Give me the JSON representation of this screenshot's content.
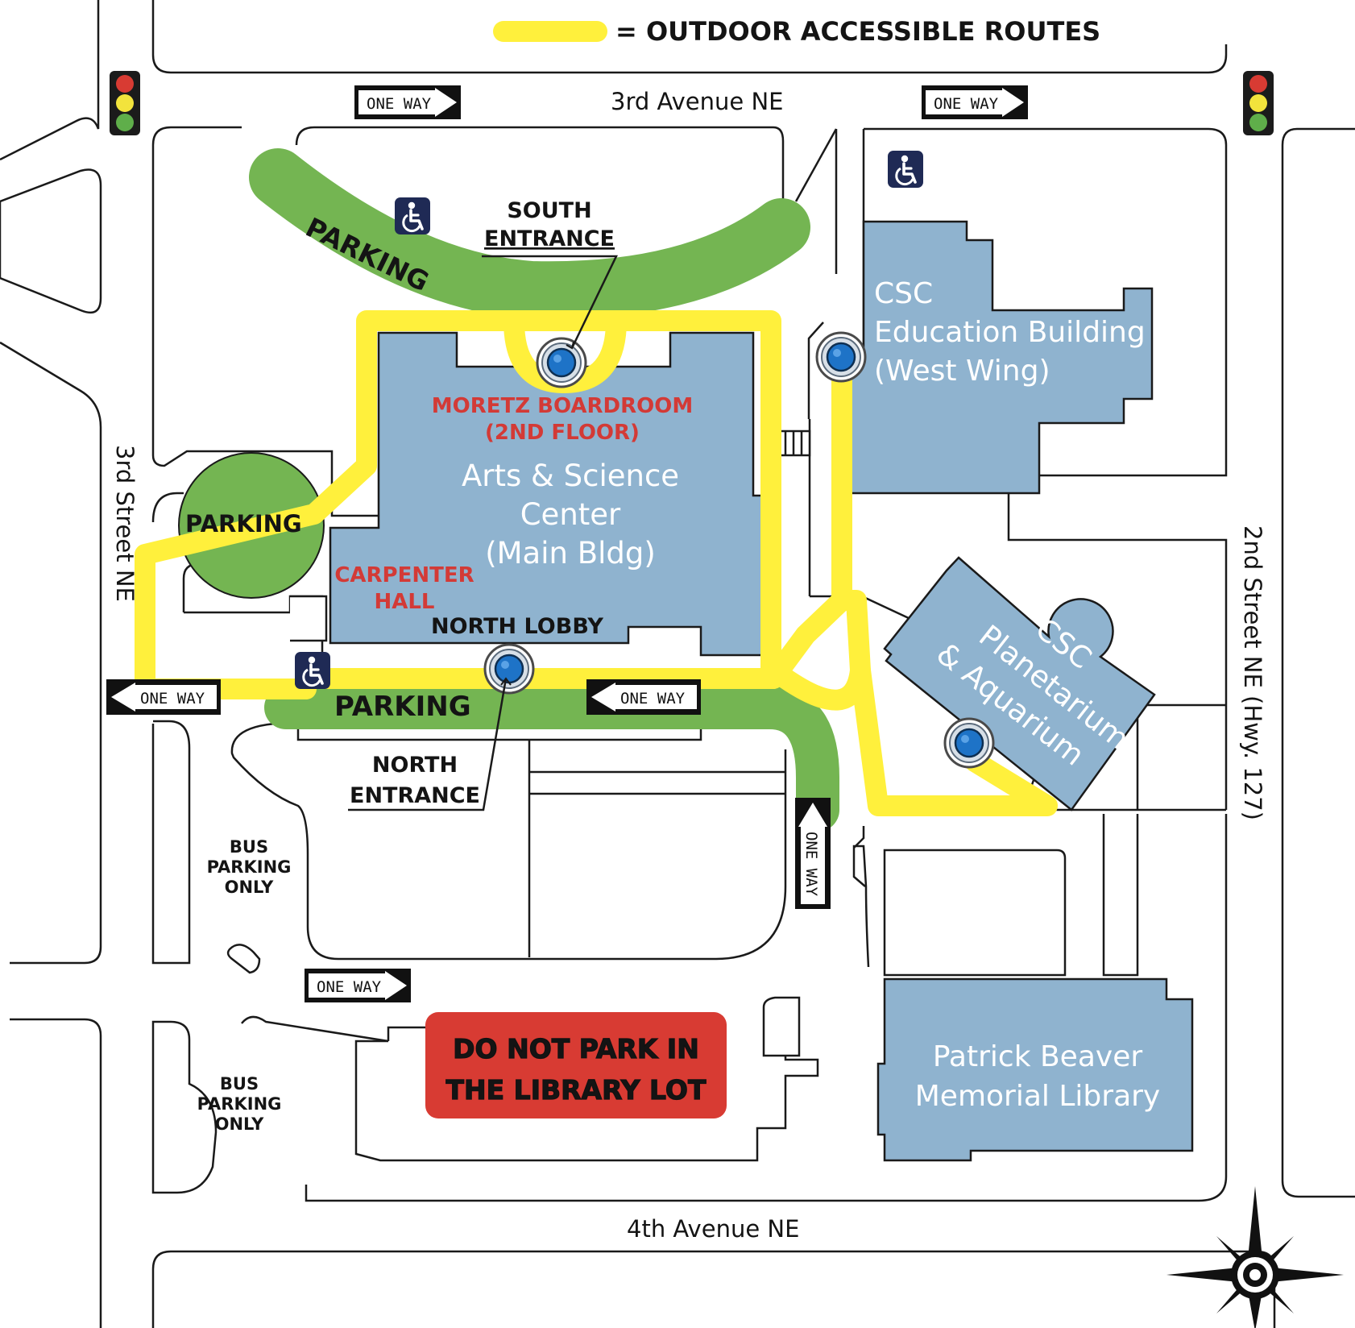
{
  "legend": {
    "text": "= OUTDOOR ACCESSIBLE ROUTES",
    "route_color": "#fff03c"
  },
  "streets": {
    "top": "3rd Avenue NE",
    "left": "3rd Street NE",
    "right": "2nd Street NE (Hwy. 127)",
    "bottom": "4th Avenue NE"
  },
  "parking": {
    "top": "PARKING",
    "left": "PARKING",
    "bottom": "PARKING",
    "color": "#74b552"
  },
  "entrances": {
    "south_line1": "SOUTH",
    "south_line2": "ENTRANCE",
    "north_line1": "NORTH",
    "north_line2": "ENTRANCE",
    "north_lobby": "NORTH LOBBY"
  },
  "rooms": {
    "moretz_line1": "MORETZ BOARDROOM",
    "moretz_line2": "(2ND FLOOR)",
    "carpenter_line1": "CARPENTER",
    "carpenter_line2": "HALL"
  },
  "buildings": {
    "main_line1": "Arts & Science",
    "main_line2": "Center",
    "main_line3": "(Main Bldg)",
    "edu_line1": "CSC",
    "edu_line2": "Education Building",
    "edu_line3": "(West Wing)",
    "planet_line1": "CSC",
    "planet_line2": "Planetarium",
    "planet_line3": "& Aquarium",
    "library_line1": "Patrick Beaver",
    "library_line2": "Memorial Library",
    "fill_color": "#8fb3cf"
  },
  "bus_parking": {
    "line1": "BUS",
    "line2": "PARKING",
    "line3": "ONLY"
  },
  "one_way": {
    "label": "ONE WAY"
  },
  "warning": {
    "line1": "DO NOT PARK IN",
    "line2": "THE LIBRARY LOT",
    "color": "#d83b33"
  },
  "icons": {
    "accessible": "wheelchair-icon",
    "entrance": "entrance-marker-icon",
    "compass": "compass-rose-icon",
    "traffic_light": "traffic-light-icon"
  }
}
